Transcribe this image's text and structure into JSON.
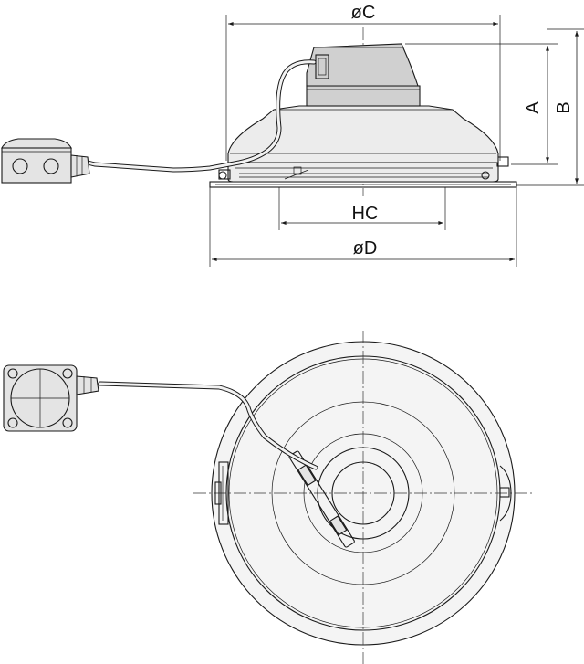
{
  "dimensions": {
    "dia_c": "øC",
    "dia_d": "øD",
    "hc": "HC",
    "a": "A",
    "b": "B"
  },
  "junction_box_icons": {
    "side": [
      "cable-gland-hole-icon",
      "cable-gland-hole-icon"
    ],
    "top": [
      "screw-icon",
      "screw-icon",
      "screw-icon",
      "screw-icon"
    ]
  }
}
